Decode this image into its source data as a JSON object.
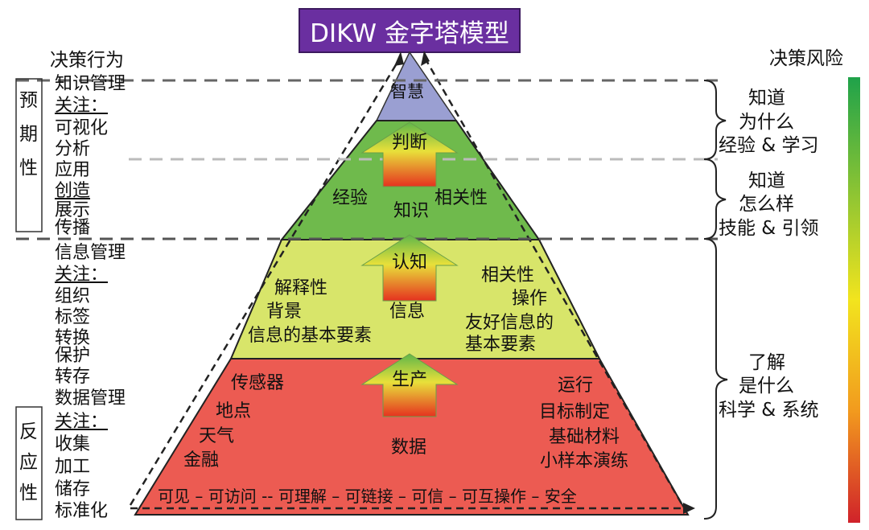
{
  "title": "DIKW 金字塔模型",
  "left_header": "决策行为",
  "right_header": "决策风险",
  "left_upper_bracket": "预\n期\n性",
  "left_lower_bracket": "反\n应\n性",
  "left_knowledge": [
    "知识管理",
    "关注：",
    "可视化",
    "分析",
    "应用",
    "创造",
    "展示",
    "传播"
  ],
  "left_information": [
    "信息管理",
    "关注：",
    "组织",
    "标签",
    "转换",
    "保护",
    "转存"
  ],
  "left_data": [
    "数据管理",
    "关注：",
    "收集",
    "加工",
    "储存",
    "标准化"
  ],
  "layers": {
    "wisdom": {
      "name": "智慧"
    },
    "knowledge": {
      "arrow": "判断",
      "center": "知识",
      "left": "经验",
      "right": "相关性"
    },
    "information": {
      "arrow": "认知",
      "center": "信息",
      "left": [
        "解释性",
        "背景",
        "信息的基本要素"
      ],
      "right": [
        "相关性",
        "操作",
        "友好信息的",
        "基本要素"
      ]
    },
    "data": {
      "arrow": "生产",
      "center": "数据",
      "left": [
        "传感器",
        "地点",
        "天气",
        "金融"
      ],
      "right": [
        "运行",
        "目标制定",
        "基础材料",
        "小样本演练"
      ],
      "bottom": "可见 – 可访问 -- 可理解 – 可链接 – 可信 – 可互操作 – 安全"
    }
  },
  "right_top": [
    "知道",
    "为什么",
    "经验 & 学习"
  ],
  "right_middle": [
    "知道",
    "怎么样",
    "技能 & 引领"
  ],
  "right_bottom": [
    "了解",
    "是什么",
    "科学 & 系统"
  ],
  "colors": {
    "title_bg": "#6a2fa0",
    "wisdom": "#9a9fd2",
    "knowledge": "#6fba4c",
    "information": "#d8e56a",
    "data": "#ec5b52"
  }
}
